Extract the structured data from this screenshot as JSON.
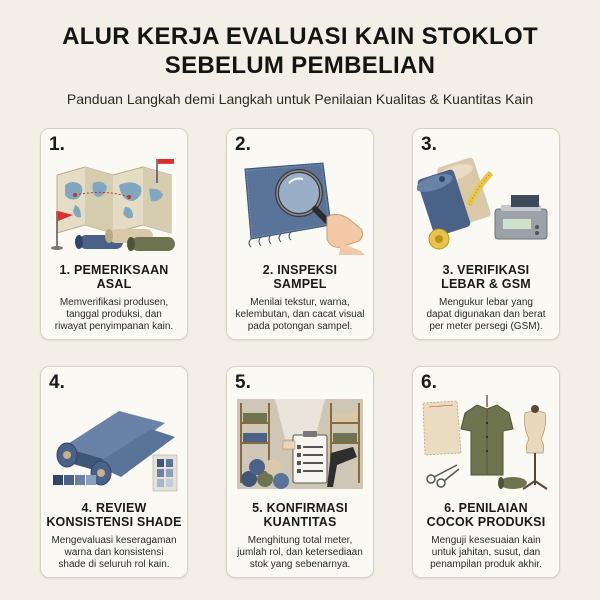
{
  "header": {
    "title_line1": "ALUR KERJA EVALUASI KAIN STOKLOT",
    "title_line2": "SEBELUM PEMBELIAN",
    "subtitle": "Panduan Langkah demi Langkah untuk Penilaian Kualitas & Kuantitas Kain"
  },
  "steps": [
    {
      "number": "1.",
      "title_line1": "1. PEMERIKSAAN",
      "title_line2": "ASAL",
      "desc_line1": "Memverifikasi produsen,",
      "desc_line2": "tanggal produksi, dan",
      "desc_line3": "riwayat penyimpanan kain.",
      "icon": "world-map-flag-icon"
    },
    {
      "number": "2.",
      "title_line1": "2. INSPEKSI",
      "title_line2": "SAMPEL",
      "desc_line1": "Menilai tekstur, warna,",
      "desc_line2": "kelembutan, dan cacat visual",
      "desc_line3": "pada potongan sampel.",
      "icon": "magnifier-fabric-icon"
    },
    {
      "number": "3.",
      "title_line1": "3. VERIFIKASI",
      "title_line2": "LEBAR & GSM",
      "desc_line1": "Mengukur lebar yang",
      "desc_line2": "dapat digunakan dan berat",
      "desc_line3": "per meter persegi (GSM).",
      "icon": "measuring-scale-icon"
    },
    {
      "number": "4.",
      "title_line1": "4. REVIEW",
      "title_line2": "KONSISTENSI SHADE",
      "desc_line1": "Mengevaluasi keseragaman",
      "desc_line2": "warna dan konsistensi",
      "desc_line3": "shade di seluruh rol kain.",
      "icon": "fabric-rolls-swatch-icon"
    },
    {
      "number": "5.",
      "title_line1": "5. KONFIRMASI",
      "title_line2": "KUANTITAS",
      "desc_line1": "Menghitung total meter,",
      "desc_line2": "jumlah rol, dan ketersediaan",
      "desc_line3": "stok yang sebenarnya.",
      "icon": "warehouse-clipboard-icon"
    },
    {
      "number": "6.",
      "title_line1": "6. PENILAIAN",
      "title_line2": "COCOK PRODUKSI",
      "desc_line1": "Menguji kesesuaian kain",
      "desc_line2": "untuk jahitan, susut, dan",
      "desc_line3": "penampilan produk akhir.",
      "icon": "shirt-mannequin-icon"
    }
  ],
  "colors": {
    "background": "#f3efe6",
    "card": "#fbf9f3",
    "denim": "#4a6288",
    "olive": "#6e7450",
    "beige": "#d9c9a8",
    "flag_red": "#d8302c"
  }
}
